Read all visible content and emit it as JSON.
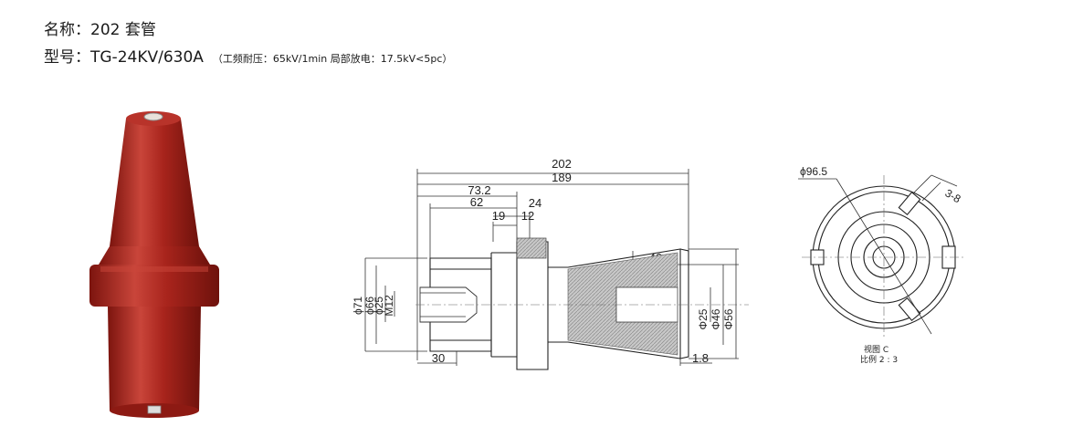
{
  "header": {
    "name_line": "名称：202 套管",
    "model_label": "型号：TG-24KV/630A",
    "spec_note": "（工频耐压：65kV/1min  局部放电：17.5kV<5pc）"
  },
  "drawing": {
    "dims": {
      "total_length": "202",
      "body_length": "189",
      "d_73_2": "73.2",
      "d_62": "62",
      "d_24": "24",
      "d_19": "19",
      "d_12": "12",
      "d_40": "40",
      "d_30": "30",
      "d_1_8": "1.8",
      "phi71": "ϕ71",
      "phi66": "ϕ66",
      "phi25_left": "ϕ25",
      "m12": "M12",
      "phi25_right": "Φ25",
      "phi46": "Φ46",
      "phi56": "Φ56"
    }
  },
  "view_c": {
    "diameter": "ϕ96.5",
    "slot": "3-8",
    "caption1": "视图 C",
    "caption2": "比例 2 : 3"
  },
  "colors": {
    "porcelain": "#a8241c",
    "porcelain_dark": "#7c140e",
    "porcelain_light": "#c9453a",
    "hatch": "#9a9a9a"
  }
}
